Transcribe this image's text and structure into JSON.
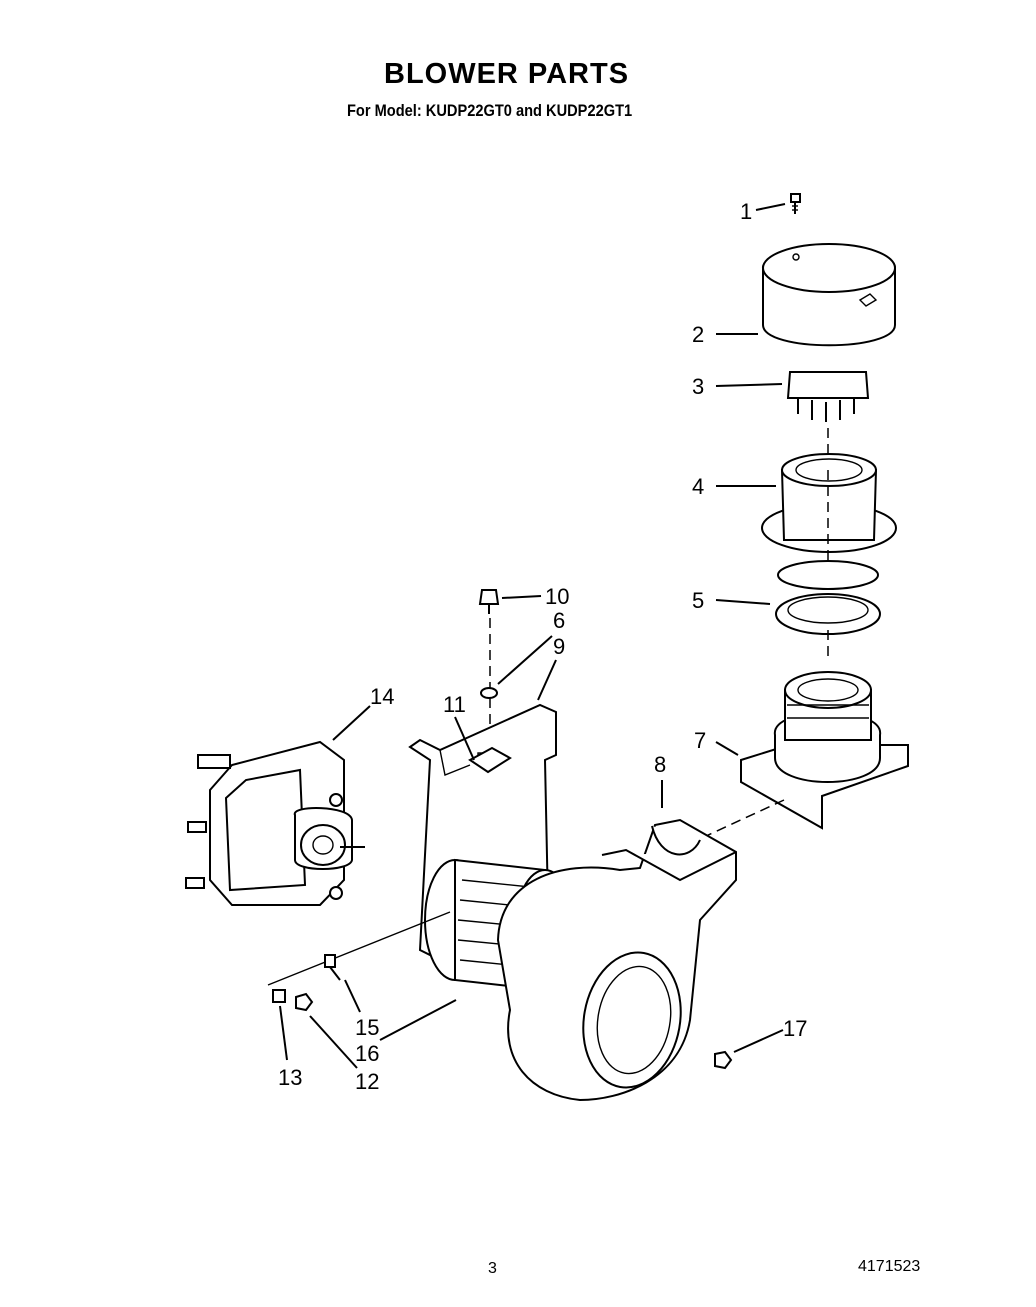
{
  "title": "BLOWER PARTS",
  "subtitle": "For Model: KUDP22GT0 and KUDP22GT1",
  "footer": {
    "page_number": "3",
    "doc_number": "4171523"
  },
  "callouts": [
    "1",
    "2",
    "3",
    "4",
    "5",
    "6",
    "7",
    "8",
    "9",
    "10",
    "11",
    "12",
    "13",
    "14",
    "15",
    "16",
    "17"
  ]
}
